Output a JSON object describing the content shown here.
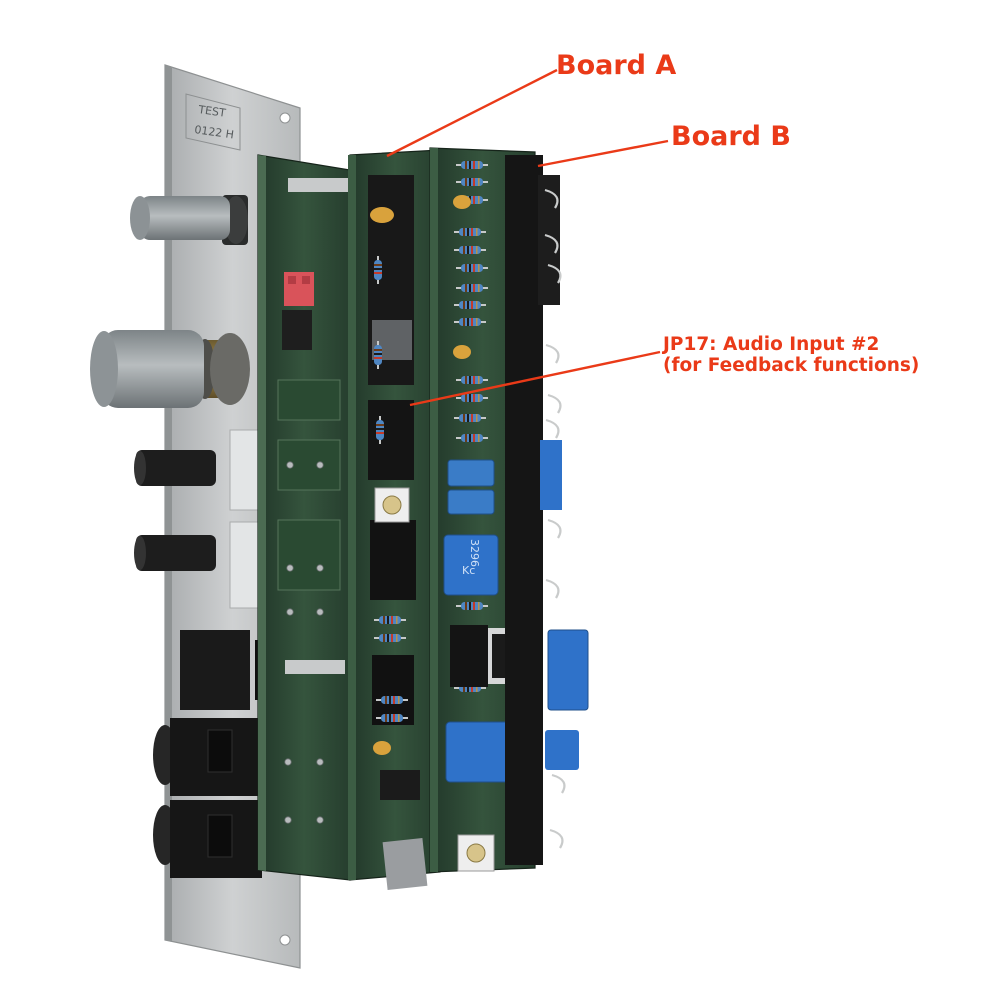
{
  "annotations": {
    "board_a": "Board A",
    "board_b": "Board B",
    "jp17_line1": "JP17: Audio Input #2",
    "jp17_line2": "(for Feedback functions)"
  },
  "panel": {
    "label_line1": "TEST",
    "label_line2": "0122 H"
  },
  "trimmer": {
    "marking_line1": "3296",
    "marking_line2": "Kc"
  },
  "colors": {
    "annotation": "#ea3a18",
    "panel": "#c6c8c9",
    "pcb": "#2e4a35",
    "knob": "#9aa0a3",
    "resistor": "#4f86c2",
    "capacitor_blue": "#2f72c9",
    "header_red": "#d9535a"
  }
}
